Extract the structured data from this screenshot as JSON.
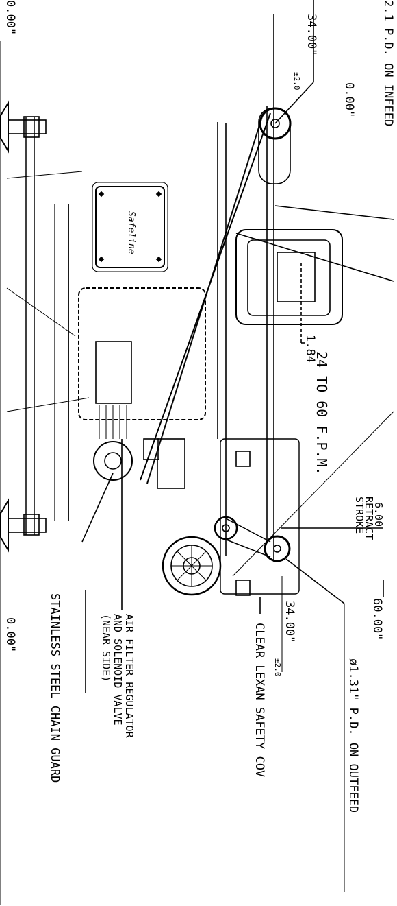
{
  "drawing": {
    "vendor_logo": "Safeline",
    "dims": {
      "infeed_height": "34.00\"",
      "infeed_height_tol": "±2.0",
      "outfeed_height": "34.00\"",
      "outfeed_height_tol": "±2.0",
      "zero_top_left": "0.00\"",
      "zero_infeed": "0.00\"",
      "zero_bottom_right": "0.00\"",
      "overall_length": "60.00\"",
      "retract_stroke_value": "6.00",
      "retract_stroke_label_1": "RETRACT",
      "retract_stroke_label_2": "STROKE",
      "aperture_offset": "1.84",
      "speed_range": "24 TO 60 F.P.M."
    },
    "callouts": {
      "infeed_pulley": "2.1 P.D. ON INFEED",
      "outfeed_pulley": "ø1.31\" P.D. ON OUTFEED",
      "lexan_cover": "CLEAR LEXAN SAFETY COV",
      "air_filter_line1": "AIR FILTER REGULATOR",
      "air_filter_line2": "AND SOLENOID VALVE",
      "air_filter_line3": "(NEAR SIDE)",
      "chain_guard": "STAINLESS STEEL CHAIN GUARD"
    }
  }
}
